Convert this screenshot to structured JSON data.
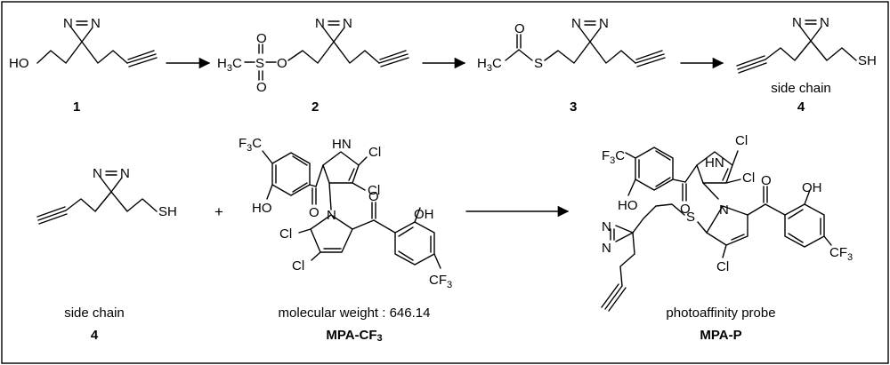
{
  "compounds": {
    "c1": {
      "number": "1"
    },
    "c2": {
      "number": "2"
    },
    "c3": {
      "number": "3"
    },
    "c4": {
      "caption": "side chain",
      "number": "4"
    },
    "side_chain": {
      "caption": "side chain",
      "number": "4"
    },
    "mpa_cf3": {
      "caption": "molecular weight : 646.14",
      "name": "MPA-CF",
      "name_sub": "3"
    },
    "mpa_p": {
      "caption": "photoaffinity probe",
      "name": "MPA-P"
    }
  },
  "atoms": {
    "ho": "HO",
    "oh": "OH",
    "o": "O",
    "s": "S",
    "sh": "SH",
    "n": "N",
    "hn": "HN",
    "cl": "Cl",
    "h": "H",
    "c": "C",
    "f": "F",
    "sub3": "3"
  },
  "operators": {
    "plus": "+"
  },
  "colors": {
    "ink": "#000000",
    "background": "#ffffff"
  }
}
